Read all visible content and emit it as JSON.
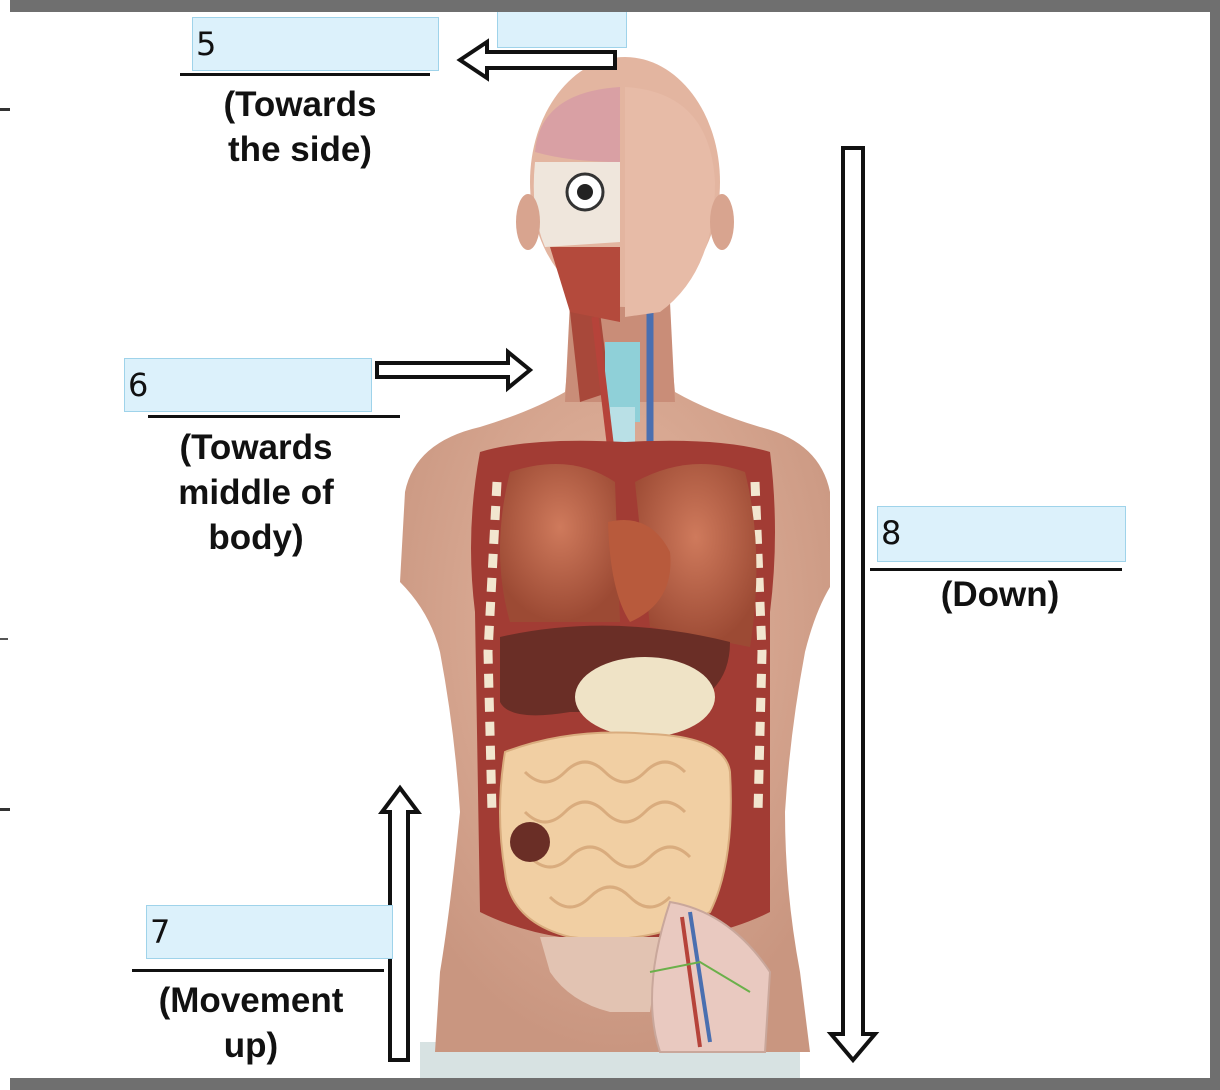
{
  "blank_5": {
    "number": "5",
    "value": "",
    "hint_line1": "(Towards",
    "hint_line2": "the side)"
  },
  "blank_6": {
    "number": "6",
    "value": "",
    "hint_line1": "(Towards",
    "hint_line2": "middle of",
    "hint_line3": "body)"
  },
  "blank_7": {
    "number": "7",
    "value": "",
    "hint_line1": "(Movement",
    "hint_line2": "up)"
  },
  "blank_8": {
    "number": "8",
    "value": "",
    "hint_line1": "(Down)"
  },
  "top_blank": {
    "value": ""
  },
  "figure": {
    "subject": "anatomical torso model"
  },
  "arrows": {
    "lateral_arrow": "arrow-left-icon",
    "medial_arrow": "arrow-right-icon",
    "superior_arrow": "arrow-up-icon",
    "inferior_arrow": "arrow-down-icon"
  },
  "colors": {
    "field_fill": "#dcf1fb",
    "field_border": "#9fd3ea",
    "text": "#111111"
  }
}
